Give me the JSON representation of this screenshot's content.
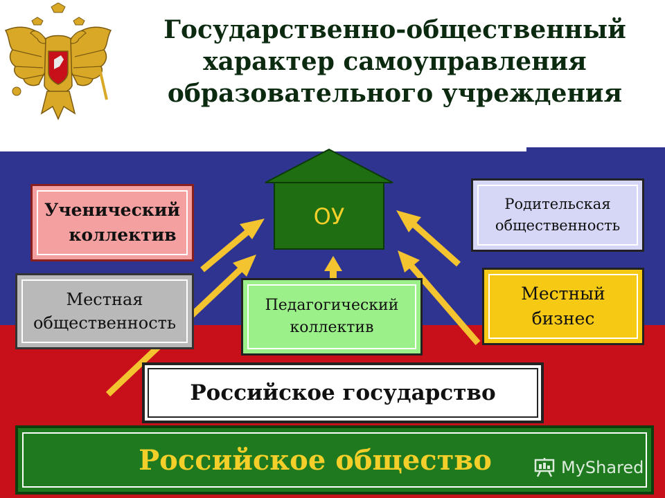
{
  "title": {
    "line1": "Государственно-общественный",
    "line2": "характер самоуправления",
    "line3": "образовательного учреждения"
  },
  "diagram": {
    "center": "ОУ",
    "student_collective": {
      "line1": "Ученический",
      "line2": "коллектив"
    },
    "local_community": {
      "line1": "Местная",
      "line2": "общественность"
    },
    "pedagogical_collective": {
      "line1": "Педагогический",
      "line2": "коллектив"
    },
    "parent_community": {
      "line1": "Родительская",
      "line2": "общественность"
    },
    "local_business": {
      "line1": "Местный",
      "line2": "бизнес"
    },
    "russian_state": "Российское государство",
    "russian_society": "Российское общество"
  },
  "watermark": {
    "text": "MyShared"
  },
  "colors": {
    "flag_blue": "#2f3490",
    "flag_red": "#c8101a",
    "house_green": "#1f6e12",
    "arrow_yellow": "#f4c430",
    "society_green": "#1f7a1f",
    "society_text": "#f4cf2a"
  },
  "icons": {
    "emblem": "russian-coat-of-arms-icon",
    "watermark": "presentation-board-icon"
  }
}
